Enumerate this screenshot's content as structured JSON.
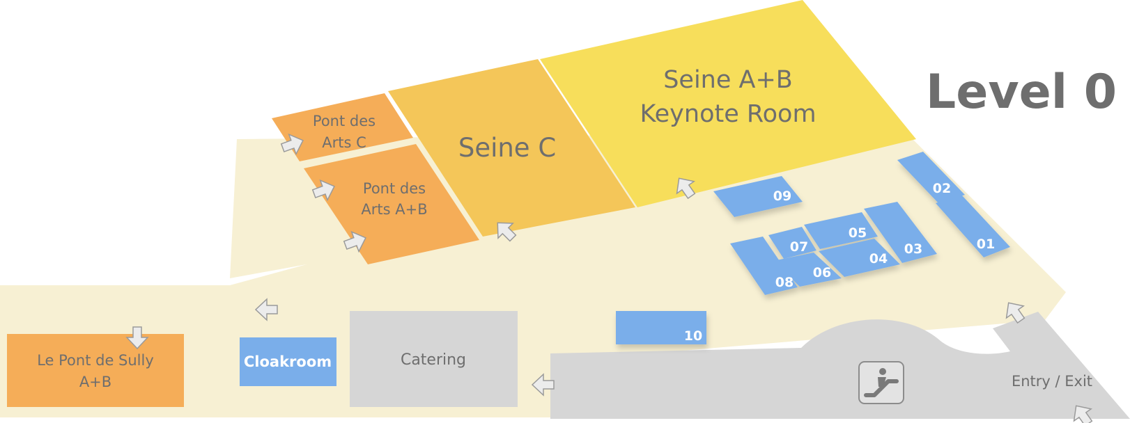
{
  "level": "Level 0",
  "rooms": {
    "pont_des_arts_c": [
      "Pont des",
      "Arts C"
    ],
    "pont_des_arts_ab": [
      "Pont des",
      "Arts A+B"
    ],
    "seine_c": "Seine C",
    "seine_ab": [
      "Seine A+B",
      "Keynote Room"
    ],
    "le_pont_de_sully": [
      "Le Pont de Sully",
      "A+B"
    ],
    "cloakroom": "Cloakroom",
    "catering": "Catering",
    "entry_exit": "Entry / Exit"
  },
  "booths": [
    "01",
    "02",
    "03",
    "04",
    "05",
    "06",
    "07",
    "08",
    "09",
    "10"
  ],
  "icons": [
    "escalator-icon",
    "direction-arrow"
  ],
  "colors": {
    "corridor": "#f7f0d3",
    "orange_room": "#f5ad58",
    "seine_c": "#f4c659",
    "keynote": "#f7de5b",
    "booth": "#7aaeea",
    "service": "#d6d6d6",
    "text": "#6e6e6e"
  }
}
